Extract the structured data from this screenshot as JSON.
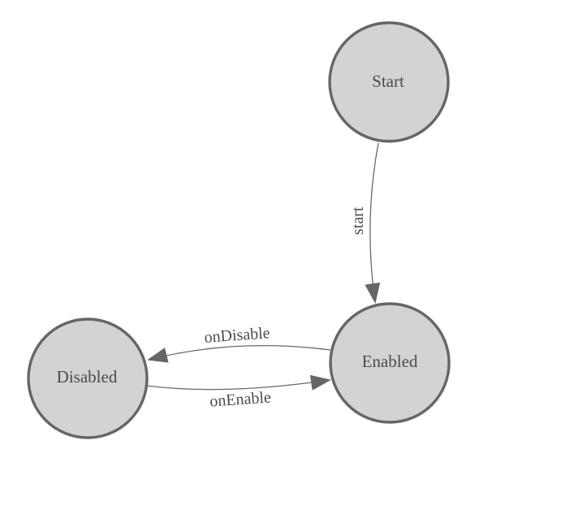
{
  "diagram": {
    "type": "state-machine",
    "nodes": {
      "start": {
        "label": "Start"
      },
      "enabled": {
        "label": "Enabled"
      },
      "disabled": {
        "label": "Disabled"
      }
    },
    "edges": {
      "start_to_enabled": {
        "from": "Start",
        "to": "Enabled",
        "label": "start"
      },
      "enabled_to_disabled": {
        "from": "Enabled",
        "to": "Disabled",
        "label": "onDisable"
      },
      "disabled_to_enabled": {
        "from": "Disabled",
        "to": "Enabled",
        "label": "onEnable"
      }
    },
    "colors": {
      "background": "#ffffff",
      "node_fill": "#d3d3d3",
      "node_border": "#666666",
      "edge_stroke": "#696969",
      "arrowhead": "#666666",
      "text": "#4b4b52"
    }
  }
}
